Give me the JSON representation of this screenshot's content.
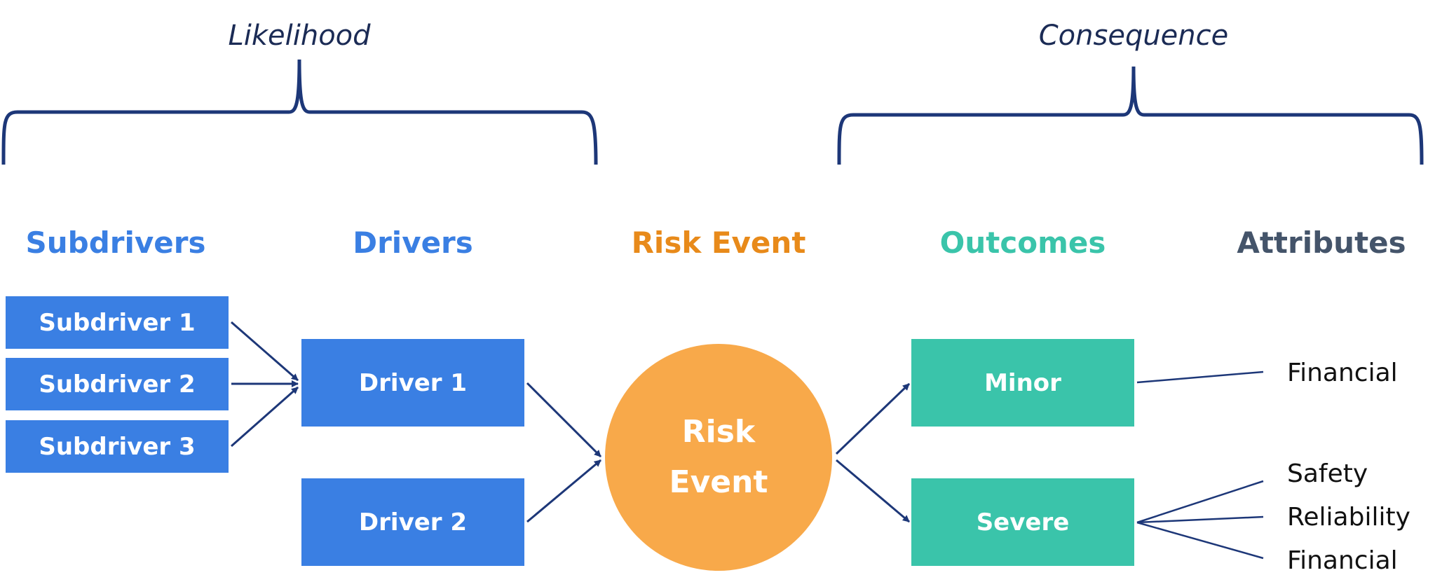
{
  "braces": {
    "likelihood": "Likelihood",
    "consequence": "Consequence"
  },
  "headers": {
    "subdrivers": "Subdrivers",
    "drivers": "Drivers",
    "risk_event": "Risk Event",
    "outcomes": "Outcomes",
    "attributes": "Attributes"
  },
  "subdrivers": [
    "Subdriver 1",
    "Subdriver 2",
    "Subdriver 3"
  ],
  "drivers": [
    "Driver 1",
    "Driver 2"
  ],
  "risk_event": {
    "line1": "Risk",
    "line2": "Event"
  },
  "outcomes": [
    "Minor",
    "Severe"
  ],
  "attributes": {
    "minor": [
      "Financial"
    ],
    "severe": [
      "Safety",
      "Reliability",
      "Financial"
    ]
  },
  "colors": {
    "subdrivers_header": "#3a7fe3",
    "drivers_header": "#3a7fe3",
    "risk_event_header": "#e88a1a",
    "outcomes_header": "#3ac4aa",
    "attributes_header": "#44546a",
    "driver_box": "#3a7fe3",
    "outcome_box": "#3ac4aa",
    "risk_circle": "#f8a94a",
    "brace": "#1d3778",
    "arrow": "#1d3778"
  }
}
